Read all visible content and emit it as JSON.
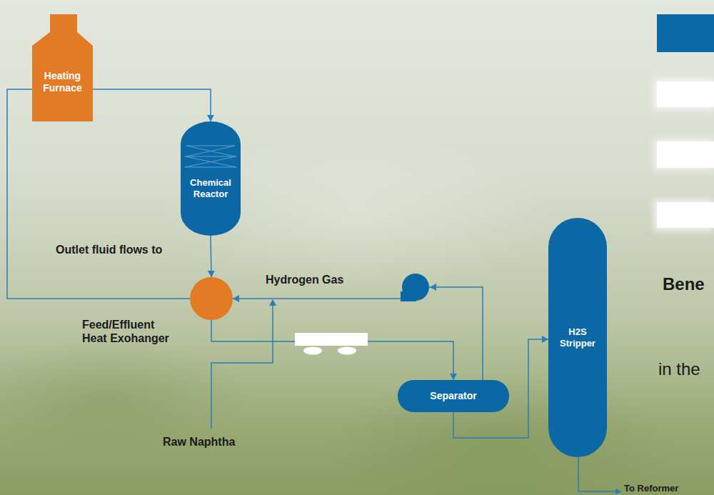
{
  "diagram": {
    "nodes": [
      {
        "text": [
          "Heating Furnace"
        ]
      },
      {
        "text": [
          "Chemical Reactor"
        ]
      },
      {
        "text": [
          "Feed/Effluent Heat Exohanger"
        ]
      },
      {
        "text": [
          "Separator"
        ]
      },
      {
        "text": [
          "H2S Stripper"
        ]
      }
    ],
    "edges": [
      {
        "from": 0,
        "to": 1,
        "arrow": "to"
      },
      {
        "from": 1,
        "to": 2,
        "arrow": "to"
      },
      {
        "from": 2,
        "to": 0,
        "arrow": "none"
      },
      {
        "from": 2,
        "to": 3,
        "arrow": "to"
      },
      {
        "from": 3,
        "to": 2,
        "label": "Hydrogen Gas",
        "arrow": "to"
      },
      {
        "from": 3,
        "to": 4,
        "arrow": "to"
      }
    ],
    "labels": [
      "Outlet fluid flows to",
      "Raw Naphtha",
      "To Reformer",
      "Bene",
      "in the"
    ]
  }
}
